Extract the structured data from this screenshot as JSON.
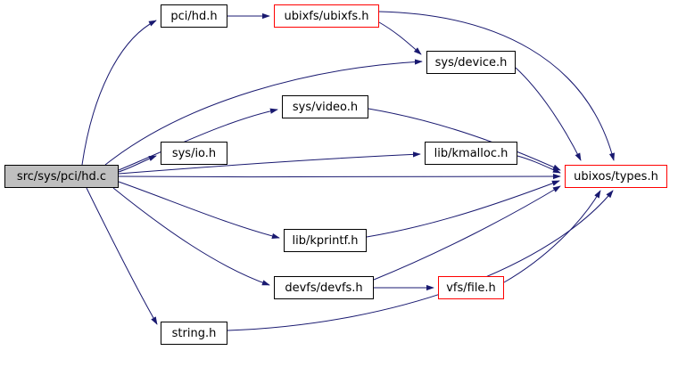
{
  "diagram": {
    "kind": "include-dependency-graph",
    "nodes": [
      {
        "id": "hd_c",
        "label": "src/sys/pci/hd.c",
        "style": "focus"
      },
      {
        "id": "pci_hd_h",
        "label": "pci/hd.h",
        "style": "normal"
      },
      {
        "id": "ubixfs_h",
        "label": "ubixfs/ubixfs.h",
        "style": "truncated"
      },
      {
        "id": "sys_device_h",
        "label": "sys/device.h",
        "style": "normal"
      },
      {
        "id": "sys_video_h",
        "label": "sys/video.h",
        "style": "normal"
      },
      {
        "id": "sys_io_h",
        "label": "sys/io.h",
        "style": "normal"
      },
      {
        "id": "lib_kmalloc_h",
        "label": "lib/kmalloc.h",
        "style": "normal"
      },
      {
        "id": "ubixos_types_h",
        "label": "ubixos/types.h",
        "style": "truncated"
      },
      {
        "id": "lib_kprintf_h",
        "label": "lib/kprintf.h",
        "style": "normal"
      },
      {
        "id": "devfs_devfs_h",
        "label": "devfs/devfs.h",
        "style": "normal"
      },
      {
        "id": "vfs_file_h",
        "label": "vfs/file.h",
        "style": "truncated"
      },
      {
        "id": "string_h",
        "label": "string.h",
        "style": "normal"
      }
    ],
    "edges": [
      {
        "from": "hd_c",
        "to": "pci_hd_h"
      },
      {
        "from": "hd_c",
        "to": "sys_device_h"
      },
      {
        "from": "hd_c",
        "to": "sys_video_h"
      },
      {
        "from": "hd_c",
        "to": "sys_io_h"
      },
      {
        "from": "hd_c",
        "to": "lib_kmalloc_h"
      },
      {
        "from": "hd_c",
        "to": "ubixos_types_h"
      },
      {
        "from": "hd_c",
        "to": "lib_kprintf_h"
      },
      {
        "from": "hd_c",
        "to": "devfs_devfs_h"
      },
      {
        "from": "hd_c",
        "to": "string_h"
      },
      {
        "from": "pci_hd_h",
        "to": "ubixfs_h"
      },
      {
        "from": "ubixfs_h",
        "to": "sys_device_h"
      },
      {
        "from": "ubixfs_h",
        "to": "ubixos_types_h"
      },
      {
        "from": "sys_device_h",
        "to": "ubixos_types_h"
      },
      {
        "from": "sys_video_h",
        "to": "ubixos_types_h"
      },
      {
        "from": "lib_kmalloc_h",
        "to": "ubixos_types_h"
      },
      {
        "from": "lib_kprintf_h",
        "to": "ubixos_types_h"
      },
      {
        "from": "devfs_devfs_h",
        "to": "vfs_file_h"
      },
      {
        "from": "devfs_devfs_h",
        "to": "ubixos_types_h"
      },
      {
        "from": "vfs_file_h",
        "to": "ubixos_types_h"
      },
      {
        "from": "string_h",
        "to": "ubixos_types_h"
      }
    ],
    "colors": {
      "edge": "#191970",
      "node_border": "#000000",
      "truncated_border": "#ff0000",
      "node_fill": "#ffffff",
      "focus_fill": "#bfbfbf",
      "text": "#000000",
      "background": "#ffffff"
    }
  }
}
